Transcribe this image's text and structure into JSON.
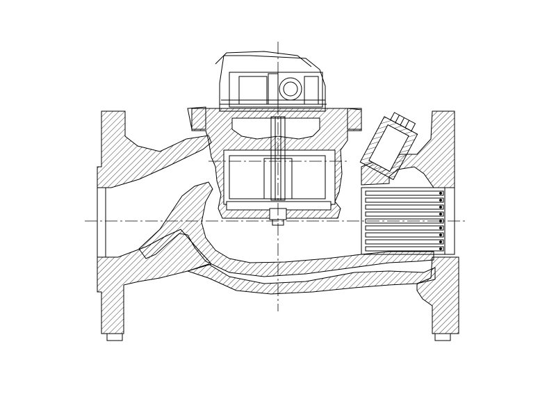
{
  "drawing": {
    "subject": "valve-cross-section",
    "background": "#ffffff",
    "line_color": "#000000",
    "hatch_style": "diagonal-45",
    "has_centerlines": true,
    "strainer_fins": 9,
    "text_labels": []
  }
}
